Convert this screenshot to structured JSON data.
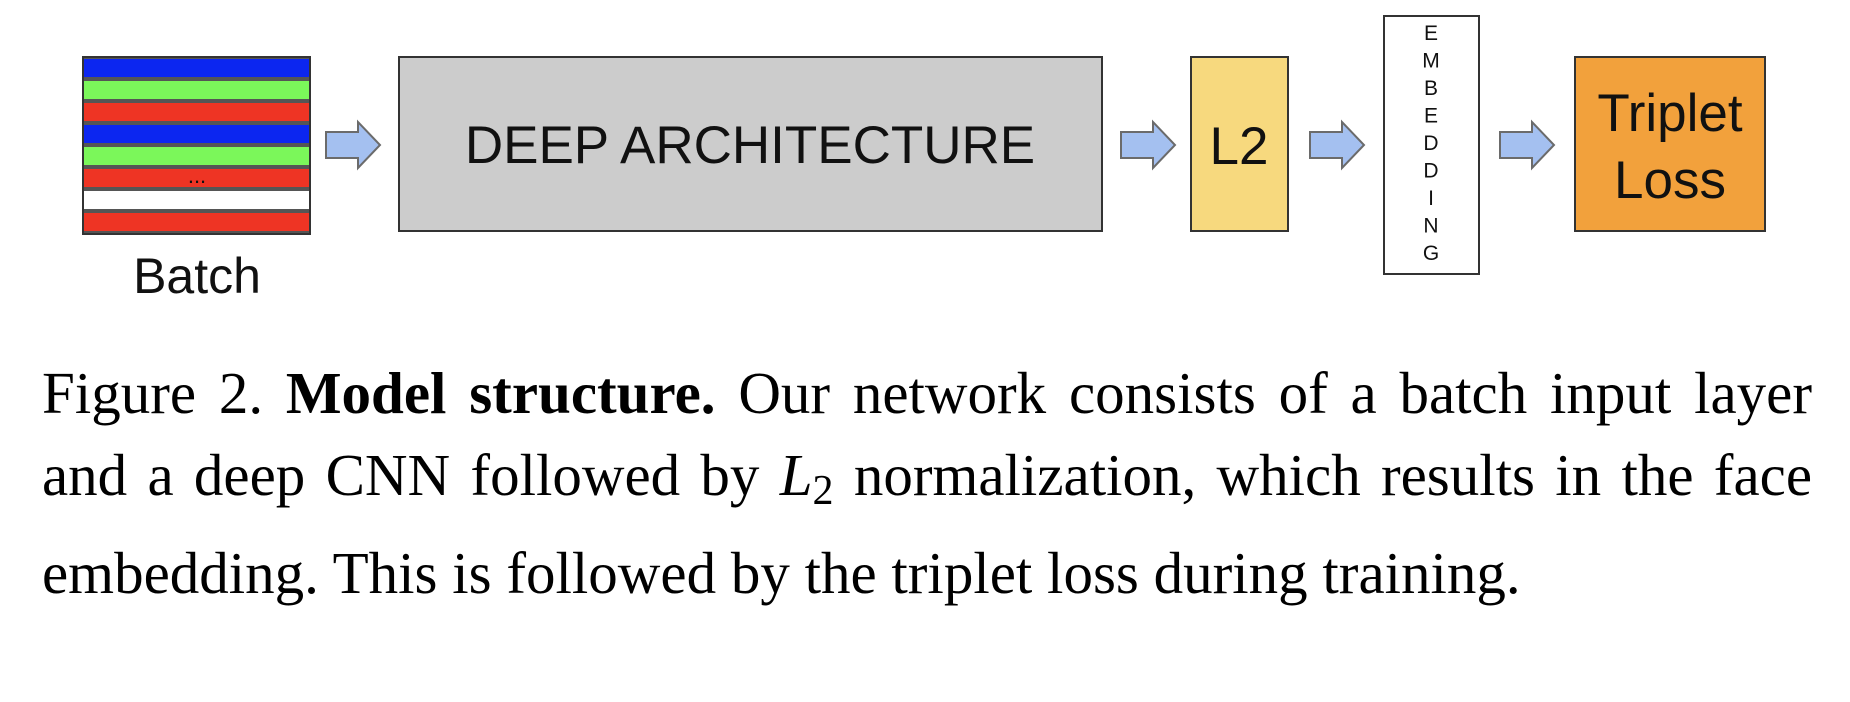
{
  "diagram": {
    "batch_label": "Batch",
    "batch_ellipsis": "...",
    "architecture_label": "DEEP ARCHITECTURE",
    "l2_label": "L2",
    "embedding_letters": [
      "E",
      "M",
      "B",
      "E",
      "D",
      "D",
      "I",
      "N",
      "G"
    ],
    "loss_line1": "Triplet",
    "loss_line2": "Loss",
    "colors": {
      "blue_stripe": "#0c26f0",
      "green_stripe": "#7bf75a",
      "red_stripe": "#ee3424",
      "white_stripe": "#ffffff",
      "architecture_fill": "#cccccc",
      "l2_fill": "#f7d97e",
      "loss_fill": "#f2a13c",
      "arrow_fill": "#a4c0f0",
      "arrow_stroke": "#6b6b6b",
      "border": "#333333"
    }
  },
  "caption": {
    "figure_label": "Figure 2.",
    "title": "Model structure.",
    "body_part1": "Our network consists of a batch input layer and a deep CNN followed by",
    "math_symbol": "L",
    "math_subscript": "2",
    "body_part2": "normalization, which results in the face embedding. This is followed by the triplet loss during training."
  }
}
